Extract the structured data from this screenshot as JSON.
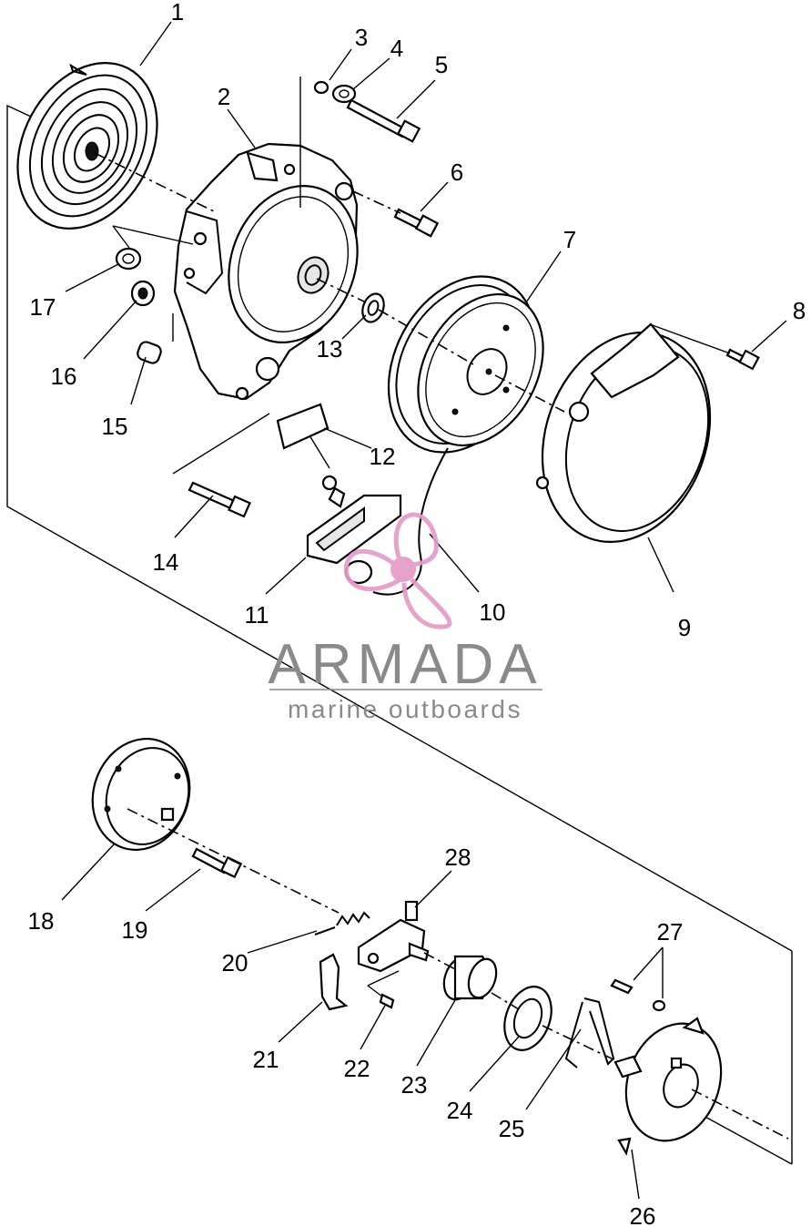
{
  "parts": [
    {
      "id": "1",
      "label": "1"
    },
    {
      "id": "2",
      "label": "2"
    },
    {
      "id": "3",
      "label": "3"
    },
    {
      "id": "4",
      "label": "4"
    },
    {
      "id": "5",
      "label": "5"
    },
    {
      "id": "6",
      "label": "6"
    },
    {
      "id": "7",
      "label": "7"
    },
    {
      "id": "8",
      "label": "8"
    },
    {
      "id": "9",
      "label": "9"
    },
    {
      "id": "10",
      "label": "10"
    },
    {
      "id": "11",
      "label": "11"
    },
    {
      "id": "12",
      "label": "12"
    },
    {
      "id": "13",
      "label": "13"
    },
    {
      "id": "14",
      "label": "14"
    },
    {
      "id": "15",
      "label": "15"
    },
    {
      "id": "16",
      "label": "16"
    },
    {
      "id": "17",
      "label": "17"
    },
    {
      "id": "18",
      "label": "18"
    },
    {
      "id": "19",
      "label": "19"
    },
    {
      "id": "20",
      "label": "20"
    },
    {
      "id": "21",
      "label": "21"
    },
    {
      "id": "22",
      "label": "22"
    },
    {
      "id": "23",
      "label": "23"
    },
    {
      "id": "24",
      "label": "24"
    },
    {
      "id": "25",
      "label": "25"
    },
    {
      "id": "26",
      "label": "26"
    },
    {
      "id": "27",
      "label": "27"
    },
    {
      "id": "28",
      "label": "28"
    }
  ],
  "watermark": {
    "brand": "ARMADA",
    "tagline": "marine outboards",
    "logo_color": "#e49bc7",
    "text_color": "#8a8a8a"
  }
}
